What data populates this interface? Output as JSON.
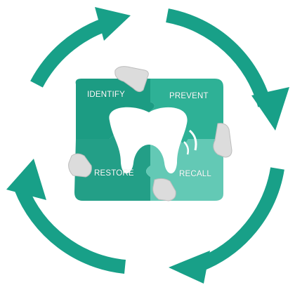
{
  "colors": {
    "arrow": "#18a088",
    "piece_identify": "#1c9c83",
    "piece_prevent": "#2eb196",
    "piece_restore": "#239f87",
    "piece_recall": "#63c9b5",
    "hand": "#dcdcdc"
  },
  "puzzle": {
    "identify": "IDENTIFY",
    "prevent": "PREVENT",
    "restore": "RESTORE",
    "recall": "RECALL"
  },
  "icons": {
    "cycle": "circular-arrows-icon",
    "tooth": "tooth-icon",
    "hands": "hand-icon"
  }
}
